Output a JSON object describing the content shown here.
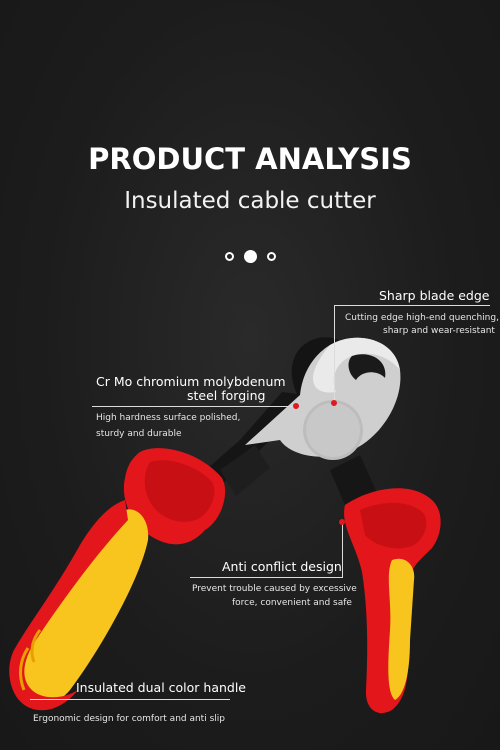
{
  "header": {
    "title": "PRODUCT ANALYSIS",
    "subtitle": "Insulated cable cutter"
  },
  "pager": {
    "count": 3,
    "active_index": 1
  },
  "callouts": {
    "blade": {
      "title": "Sharp blade edge",
      "desc_line1": "Cutting edge high-end quenching,",
      "desc_line2": "sharp and wear-resistant"
    },
    "steel": {
      "title_line1": "Cr Mo chromium molybdenum",
      "title_line2": "steel forging",
      "desc_line1": "High hardness surface polished,",
      "desc_line2": "sturdy and durable"
    },
    "anticonflict": {
      "title": "Anti conflict design",
      "desc_line1": "Prevent trouble caused by excessive",
      "desc_line2": "force, convenient and safe"
    },
    "handle": {
      "title": "Insulated dual color handle",
      "desc": "Ergonomic design for comfort and anti slip"
    }
  },
  "colors": {
    "background": "#1f1f1f",
    "handle_red": "#e3161b",
    "handle_yellow": "#f7c51e",
    "marker_red": "#e0191e",
    "steel": "#1a1a1a",
    "blade_silver": "#cfcfcf"
  }
}
